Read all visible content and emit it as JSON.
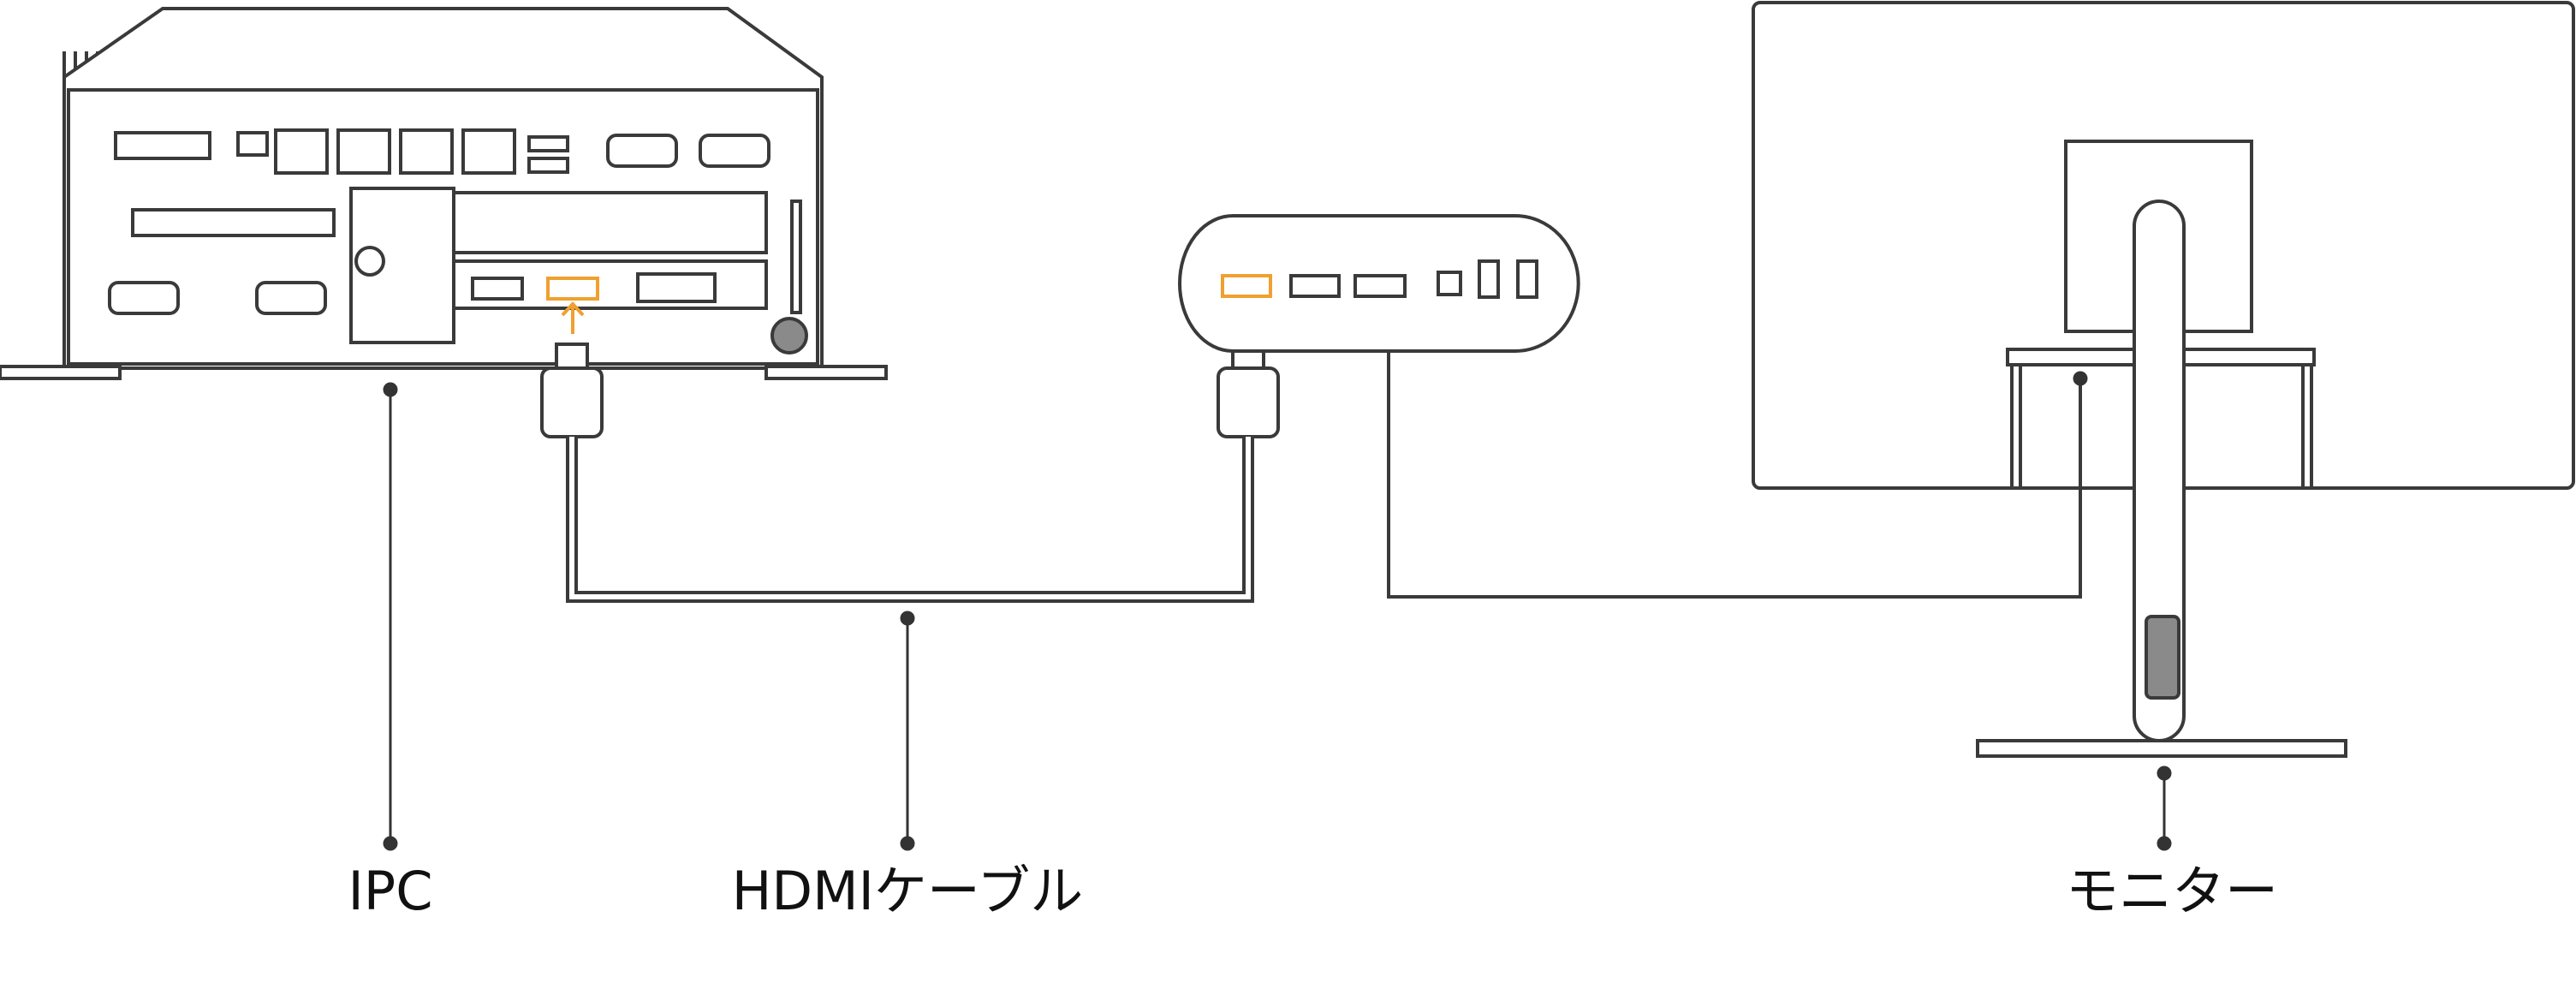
{
  "labels": {
    "ipc": "IPC",
    "hdmi_cable": "HDMIケーブル",
    "monitor": "モニター"
  },
  "colors": {
    "line": "#3a3a3a",
    "accent": "#f0a030",
    "device_fill": "#ffffff",
    "dot": "#333333"
  }
}
